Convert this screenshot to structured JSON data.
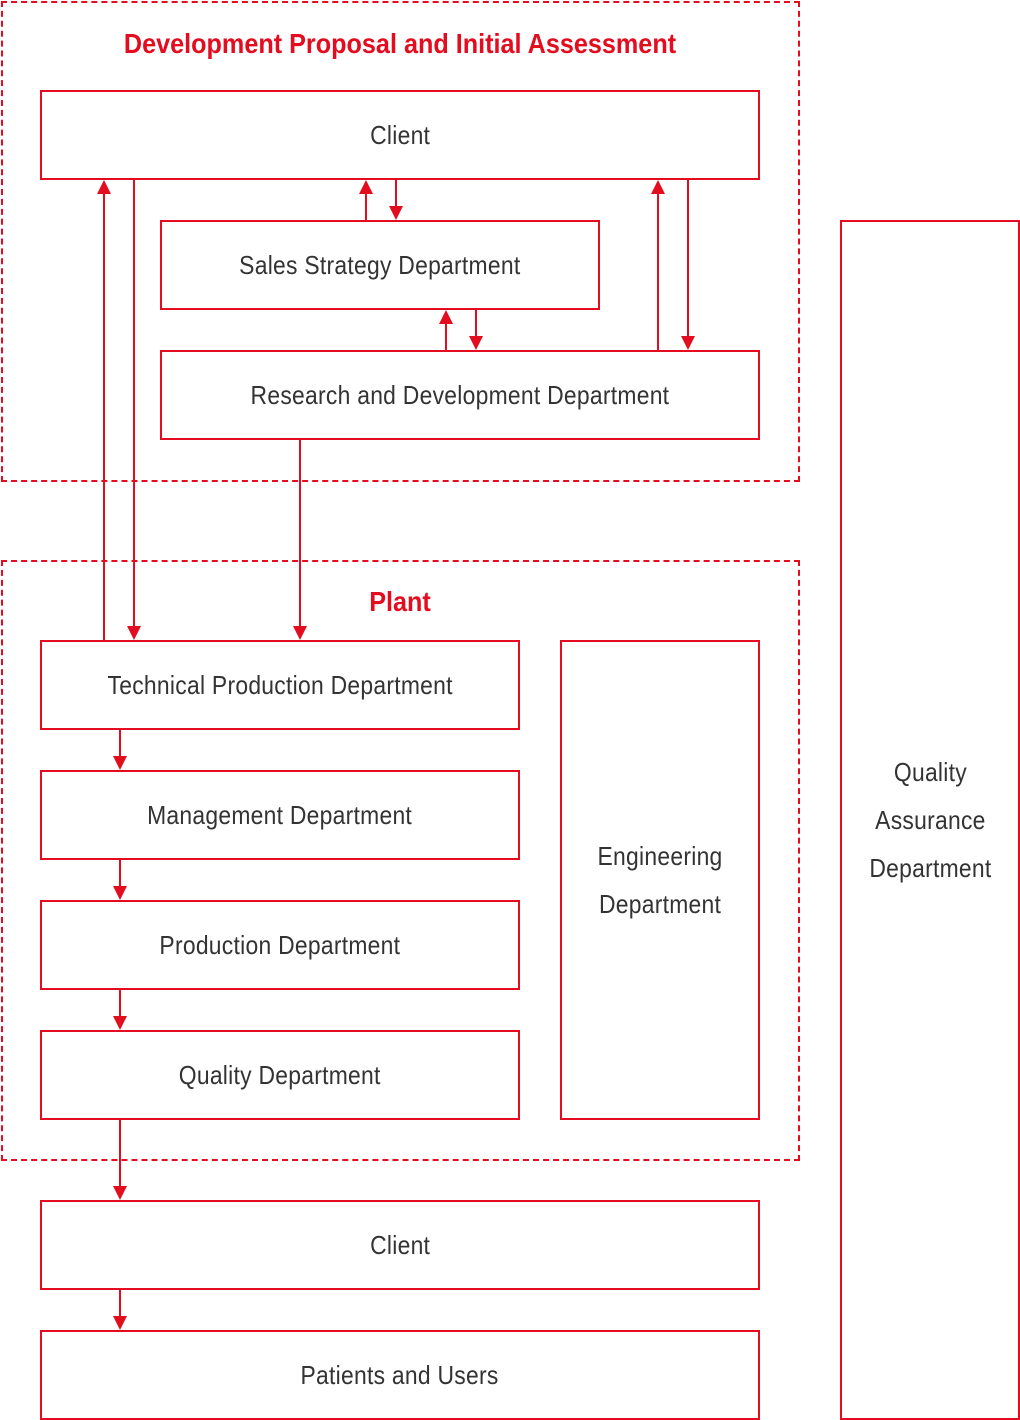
{
  "groups": {
    "development": {
      "title": "Development Proposal and Initial Assessment"
    },
    "plant": {
      "title": "Plant"
    }
  },
  "nodes": {
    "client_top": "Client",
    "sales_strategy": "Sales Strategy Department",
    "research_development": "Research and Development Department",
    "technical_production": "Technical Production Department",
    "management": "Management Department",
    "production": "Production Department",
    "quality": "Quality Department",
    "engineering": "Engineering\nDepartment",
    "client_bottom": "Client",
    "patients_users": "Patients and Users",
    "quality_assurance": "Quality\nAssurance\nDepartment"
  },
  "edges": [
    {
      "from": "technical_production",
      "to": "client_top"
    },
    {
      "from": "client_top",
      "to": "technical_production"
    },
    {
      "from": "sales_strategy",
      "to": "client_top"
    },
    {
      "from": "client_top",
      "to": "sales_strategy"
    },
    {
      "from": "research_development",
      "to": "sales_strategy"
    },
    {
      "from": "sales_strategy",
      "to": "research_development"
    },
    {
      "from": "research_development",
      "to": "client_top"
    },
    {
      "from": "client_top",
      "to": "research_development"
    },
    {
      "from": "research_development",
      "to": "technical_production"
    },
    {
      "from": "technical_production",
      "to": "management"
    },
    {
      "from": "management",
      "to": "production"
    },
    {
      "from": "production",
      "to": "quality"
    },
    {
      "from": "quality",
      "to": "client_bottom"
    },
    {
      "from": "client_bottom",
      "to": "patients_users"
    }
  ],
  "colors": {
    "accent": "#e30d1f",
    "text": "#333333"
  }
}
